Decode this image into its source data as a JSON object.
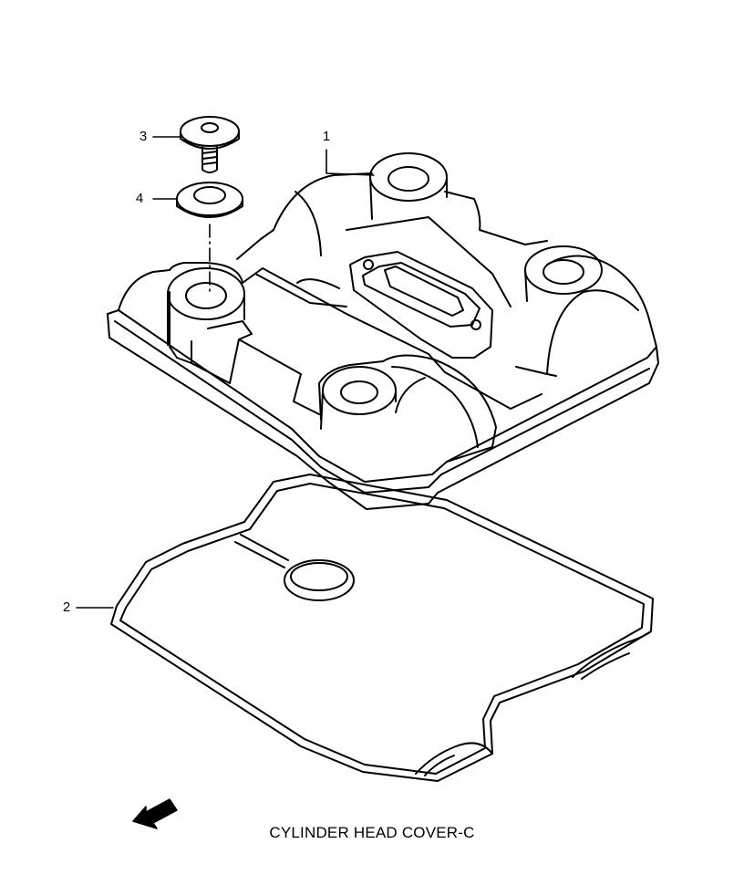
{
  "diagram": {
    "caption": "CYLINDER HEAD COVER-C",
    "fwd_label": "FWD",
    "line_color": "#000000",
    "background": "#ffffff",
    "callouts": [
      {
        "id": "callout-1",
        "label": "1"
      },
      {
        "id": "callout-2",
        "label": "2"
      },
      {
        "id": "callout-3",
        "label": "3"
      },
      {
        "id": "callout-4",
        "label": "4"
      }
    ]
  }
}
